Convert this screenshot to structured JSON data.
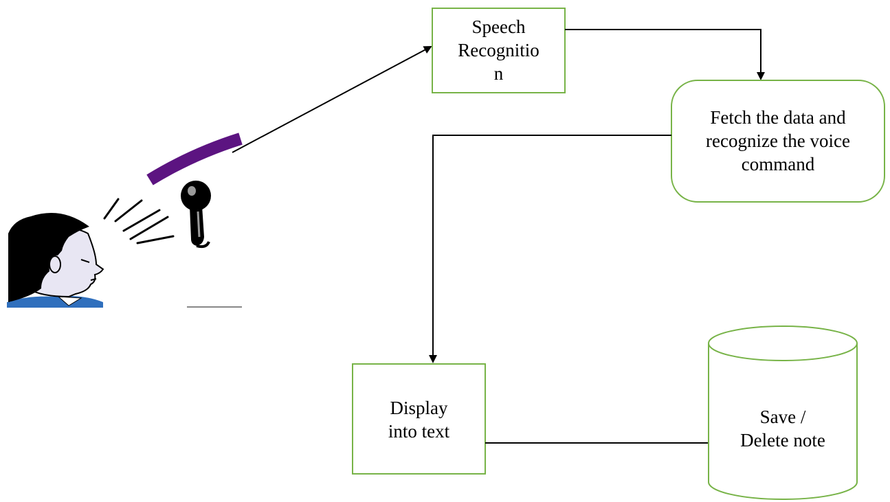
{
  "nodes": {
    "speech_recognition": {
      "lines": [
        "Speech",
        "Recognitio",
        "n"
      ]
    },
    "fetch_data": {
      "lines": [
        "Fetch the data and",
        "recognize the voice",
        "command"
      ]
    },
    "display_text": {
      "lines": [
        "Display",
        "into text"
      ]
    },
    "save_delete": {
      "lines": [
        "Save /",
        "Delete note"
      ]
    }
  },
  "colors": {
    "box_border": "#77b347",
    "arrow": "#000000",
    "wave": "#5c1481",
    "face": "#e8e6f3",
    "hair": "#000000",
    "shirt": "#2f6fbd",
    "mic": "#000000"
  },
  "icons": [
    "person-speaking-icon",
    "microphone-icon",
    "sound-wave-icon"
  ]
}
